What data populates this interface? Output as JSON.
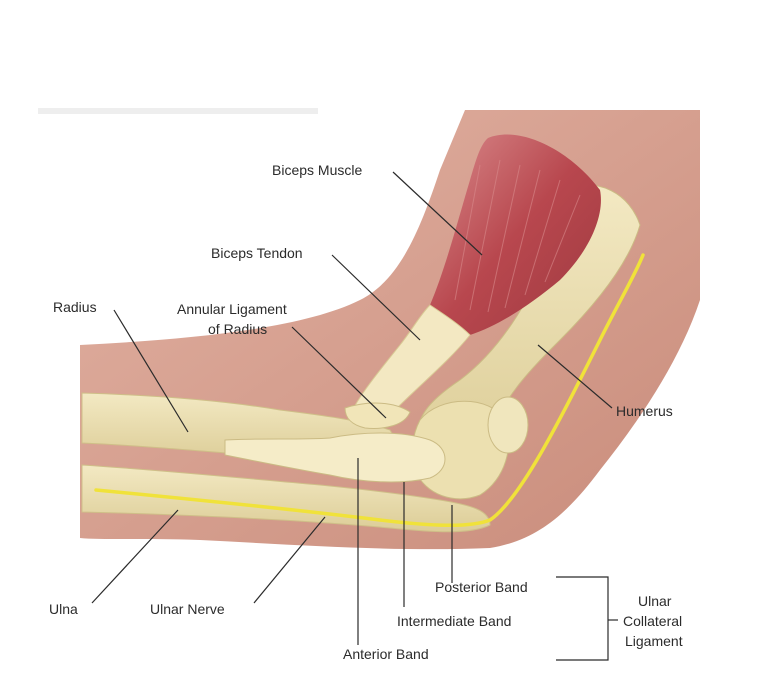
{
  "labels": {
    "biceps_muscle": "Biceps Muscle",
    "biceps_tendon": "Biceps Tendon",
    "radius": "Radius",
    "annular_ligament_line1": "Annular Ligament",
    "annular_ligament_line2": "of Radius",
    "humerus": "Humerus",
    "ulna": "Ulna",
    "ulnar_nerve": "Ulnar Nerve",
    "posterior_band": "Posterior Band",
    "intermediate_band": "Intermediate Band",
    "anterior_band": "Anterior Band",
    "ucl_line1": "Ulnar",
    "ucl_line2": "Collateral",
    "ucl_line3": "Ligament"
  },
  "colors": {
    "skin": "#d49a88",
    "skin_edge": "#c28472",
    "bone": "#ede1b5",
    "bone_shadow": "#d8c994",
    "muscle": "#b8494f",
    "muscle_light": "#d57a7c",
    "tendon": "#f3e8c2",
    "nerve": "#f0e23a",
    "leader": "#2b2b2b"
  }
}
